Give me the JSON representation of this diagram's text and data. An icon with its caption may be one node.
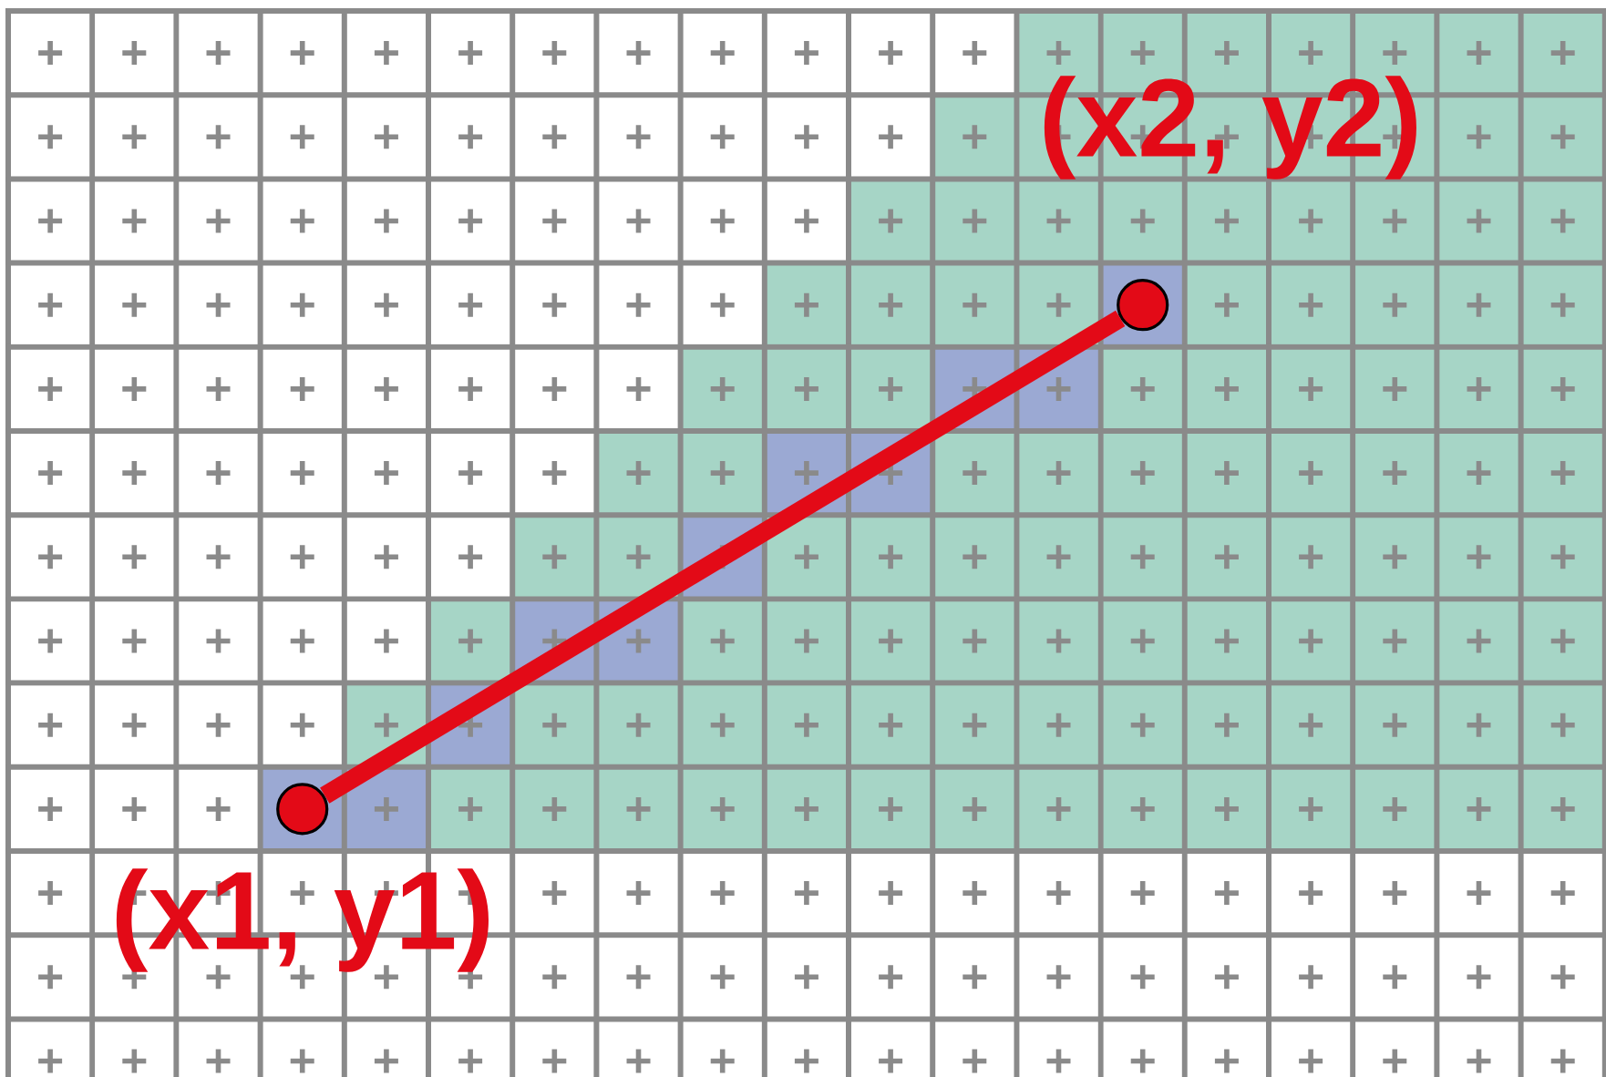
{
  "diagram": {
    "nodes": [
      {
        "text": [],
        "shape": "circle",
        "beside": [
          "(x1, y1)"
        ]
      },
      {
        "text": [],
        "shape": "circle",
        "beside": [
          "(x2, y2)"
        ]
      }
    ],
    "edges": [
      {
        "from": 0,
        "to": 1,
        "arrow": "none"
      }
    ]
  }
}
